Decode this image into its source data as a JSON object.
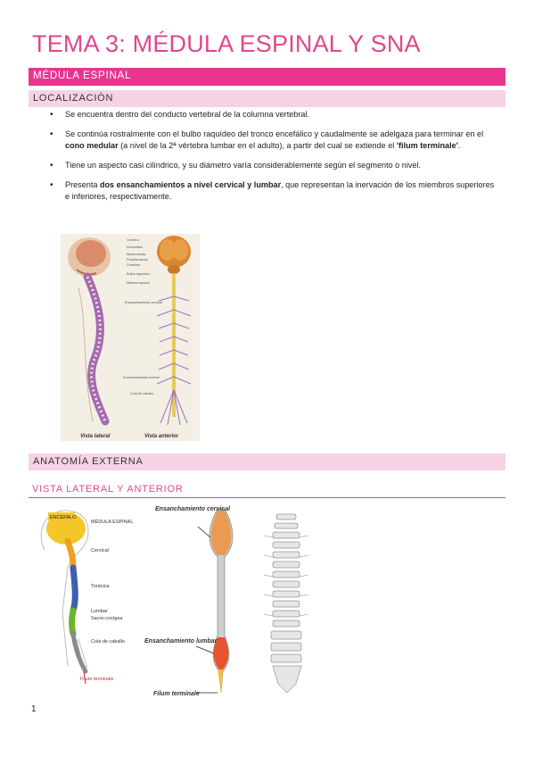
{
  "document": {
    "title": "TEMA 3: MÉDULA ESPINAL Y SNA",
    "section_main": "MÉDULA ESPINAL",
    "subsection_localizacion": "LOCALIZACIÓN",
    "bullets": [
      [
        "Se encuentra dentro del conducto vertebral de la columna vertebral."
      ],
      [
        "Se continúa rostralmente con el bulbo raquídeo del tronco encefálico y caudalmente se adelgaza para terminar en el ",
        "cono medular",
        " (a nivel de la 2ª vértebra lumbar en el adulto), a partir del cual se extiende el ",
        "'filum terminale'",
        "."
      ],
      [
        "Tiene un aspecto casi cilíndrico, y su diámetro varía considerablemente según el segmento o nivel."
      ],
      [
        "Presenta ",
        "dos ensanchamientos a nivel cervical y lumbar",
        ", que representan la inervación de los miembros superiores e inferiores, respectivamente."
      ]
    ],
    "subsection_anatomia": "ANATOMÍA EXTERNA",
    "vista_heading": "VISTA LATERAL Y ANTERIOR",
    "page_number": "1"
  },
  "figure1": {
    "labels_right": [
      "Cerebro",
      "Diencéfalo",
      "Mesencéfalo",
      "Protuberancia",
      "Cerebelo",
      "Bulbo raquídeo",
      "Médula espinal",
      "Ensanchamiento cervical",
      "Ensanchamiento lumbar",
      "Cola de caballo"
    ],
    "caption_lateral": "Vista lateral",
    "caption_anterior": "Vista anterior"
  },
  "figure2": {
    "encefalo": "ENCÉFALO",
    "medula": "MÉDULA ESPINAL",
    "cervical": "Cervical",
    "toracica": "Torácica",
    "lumbar": "Lumbar",
    "sacro": "Sacro-coxígea",
    "cola": "Cola de caballo",
    "filum": "Filum terminale"
  },
  "figure3": {
    "ens_cervical": "Ensanchamiento cervical",
    "ens_lumbar": "Ensanchamiento lumbar",
    "filum": "Filum terminale"
  }
}
